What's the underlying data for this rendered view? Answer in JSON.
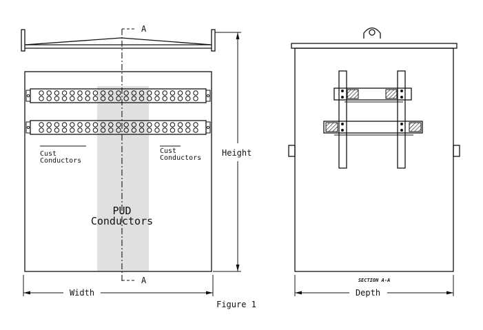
{
  "front_view": {
    "section_marker_top": "A",
    "section_marker_bottom": "A",
    "cust_left": {
      "line1": "Cust",
      "line2": "Conductors"
    },
    "cust_right": {
      "line1": "Cust",
      "line2": "Conductors"
    },
    "pud_label": {
      "line1": "PUD",
      "line2": "Conductors"
    },
    "pud_zone_color": "#e0e0e0"
  },
  "dimensions": {
    "width_label": "Width",
    "height_label": "Height",
    "depth_label": "Depth"
  },
  "side_view": {
    "section_label": "SECTION A-A"
  },
  "caption": "Figure 1"
}
